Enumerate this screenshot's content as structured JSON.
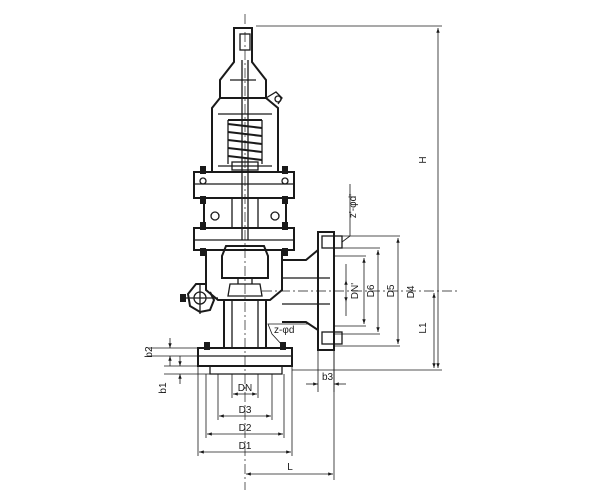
{
  "labels": {
    "H": "H",
    "L1": "L1",
    "D4": "D4",
    "D5": "D5",
    "D6": "D6",
    "DN_outlet": "DN'",
    "z_outlet": "z'-φd'",
    "z_inlet": "z-φd",
    "b1": "b1",
    "b2": "b2",
    "b3": "b3",
    "DN": "DN",
    "D3": "D3",
    "D2": "D2",
    "D1": "D1",
    "L": "L"
  }
}
